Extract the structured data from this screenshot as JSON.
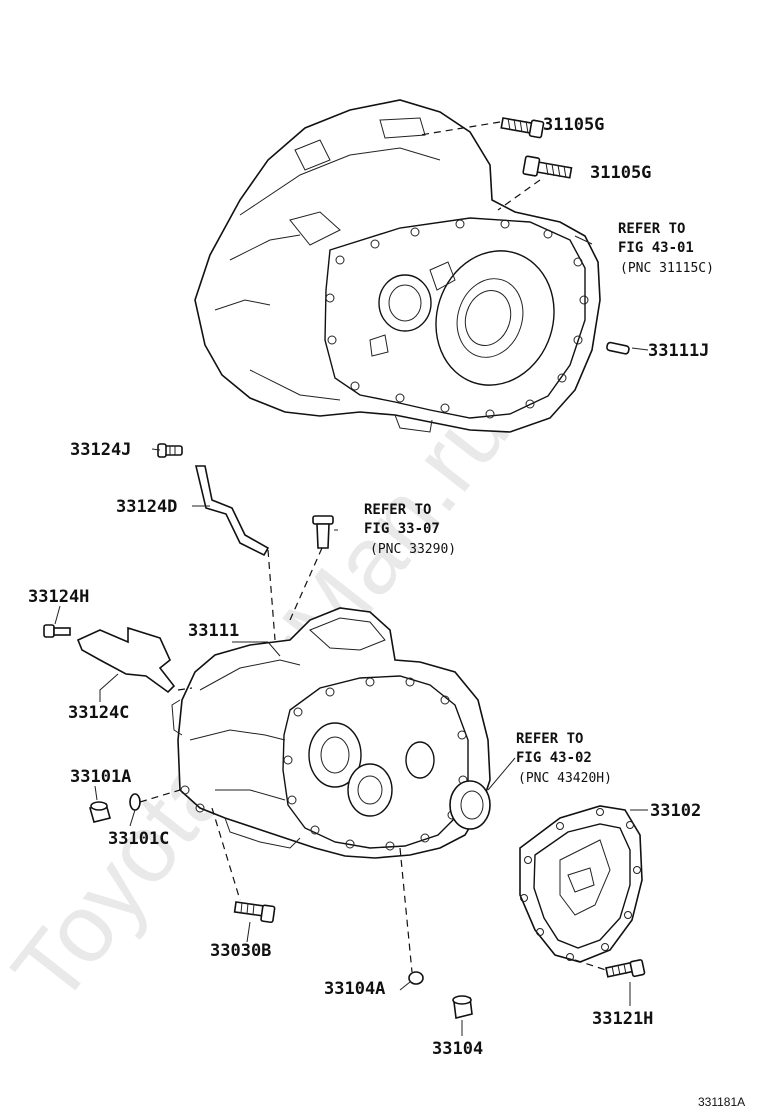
{
  "watermark": "ToyotaCarMan.ru",
  "figure_id": "331181A",
  "callouts": [
    {
      "id": "c1",
      "text": "31105G"
    },
    {
      "id": "c2",
      "text": "31105G"
    },
    {
      "id": "c3",
      "text": "33111J"
    },
    {
      "id": "c4",
      "text": "33124J"
    },
    {
      "id": "c5",
      "text": "33124D"
    },
    {
      "id": "c6",
      "text": "33124H"
    },
    {
      "id": "c7",
      "text": "33111"
    },
    {
      "id": "c8",
      "text": "33124C"
    },
    {
      "id": "c9",
      "text": "33101A"
    },
    {
      "id": "c10",
      "text": "33101C"
    },
    {
      "id": "c11",
      "text": "33102"
    },
    {
      "id": "c12",
      "text": "33030B"
    },
    {
      "id": "c13",
      "text": "33104A"
    },
    {
      "id": "c14",
      "text": "33121H"
    },
    {
      "id": "c15",
      "text": "33104"
    }
  ],
  "references": [
    {
      "id": "r1",
      "line1": "REFER TO",
      "line2": "FIG 43-01",
      "line3": "(PNC 31115C)"
    },
    {
      "id": "r2",
      "line1": "REFER TO",
      "line2": "FIG 33-07",
      "line3": "(PNC 33290)"
    },
    {
      "id": "r3",
      "line1": "REFER TO",
      "line2": "FIG 43-02",
      "line3": "(PNC 43420H)"
    }
  ]
}
